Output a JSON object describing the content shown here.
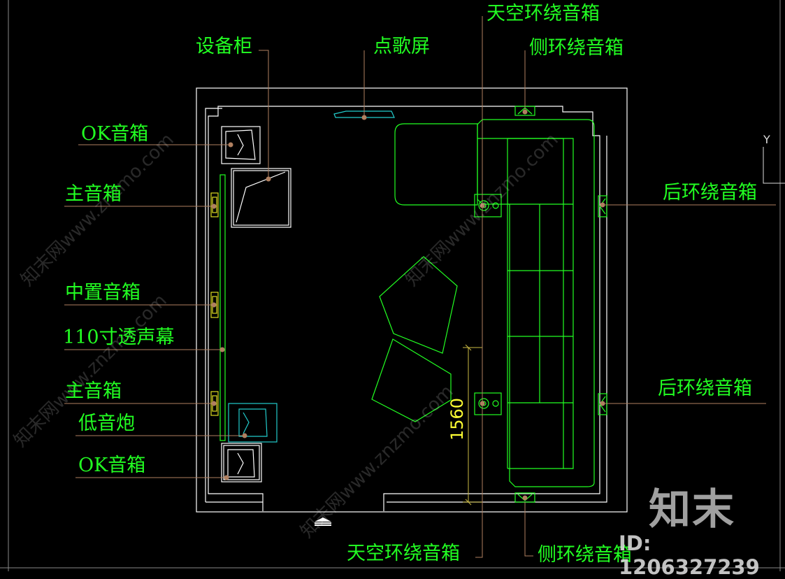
{
  "labels": {
    "equipment_cabinet": "设备柜",
    "song_screen": "点歌屏",
    "sky_surround_top": "天空环绕音箱",
    "side_surround_top": "侧环绕音箱",
    "ok_speaker_top": "OK音箱",
    "main_speaker_top": "主音箱",
    "center_speaker": "中置音箱",
    "screen_110": "110寸透声幕",
    "main_speaker_bottom": "主音箱",
    "subwoofer": "低音炮",
    "ok_speaker_bottom": "OK音箱",
    "rear_surround_top": "后环绕音箱",
    "rear_surround_bottom": "后环绕音箱",
    "sky_surround_bottom": "天空环绕音箱",
    "side_surround_bottom": "侧环绕音箱"
  },
  "dimension": "1560",
  "axis": "Y",
  "watermark": {
    "logo": "知末",
    "id": "ID: 1206327239",
    "diagonal": "知末网www.znzmo.com"
  },
  "colors": {
    "background": "#000000",
    "wall": "#ffffff",
    "furniture": "#22ff22",
    "leader": "#b08060",
    "screen": "#22cccc",
    "speaker": "#dddd22",
    "dimension": "#ffff33"
  }
}
